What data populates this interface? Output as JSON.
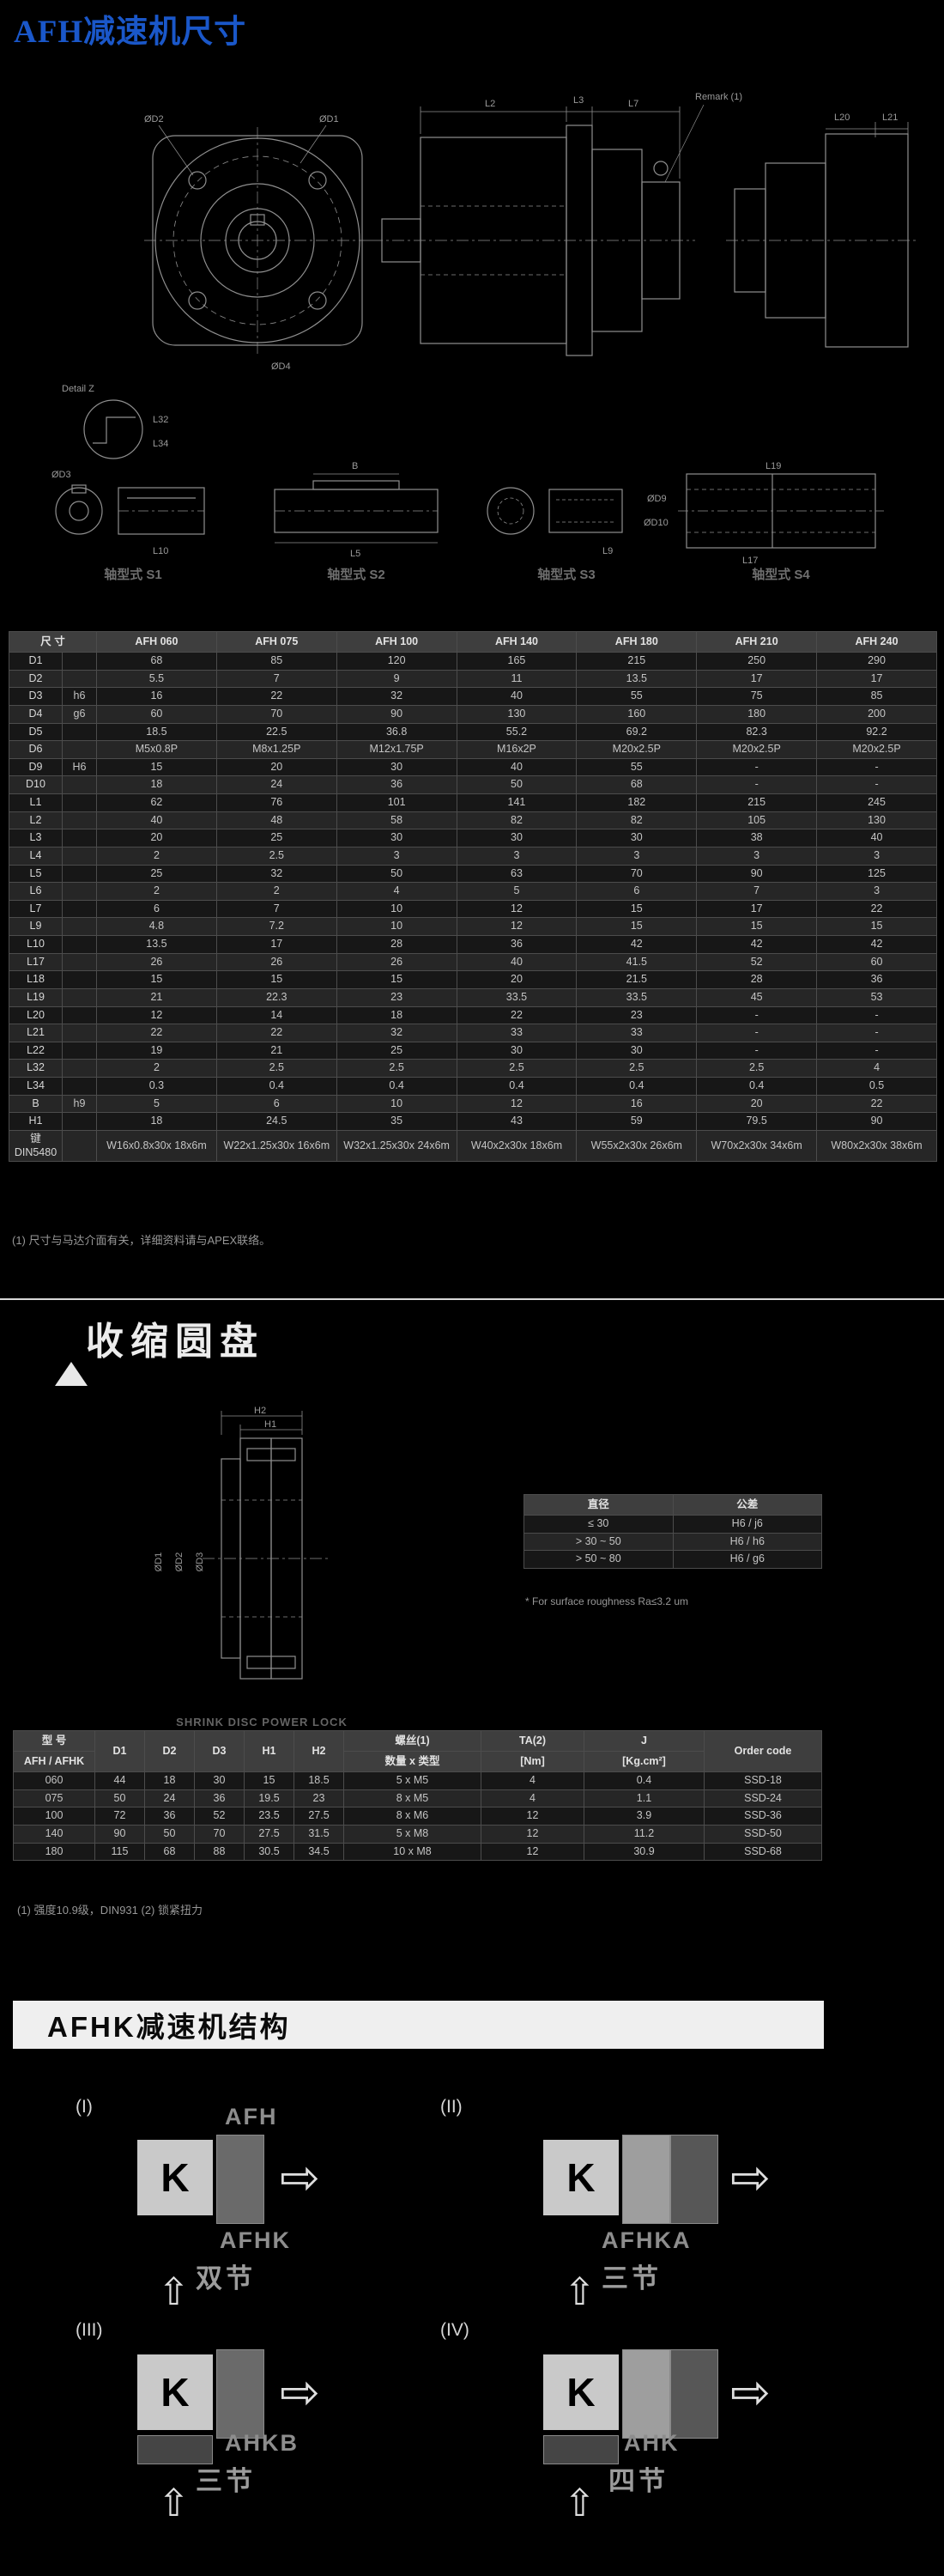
{
  "page": {
    "title": "AFH减速机尺寸",
    "accent_color": "#1a57c9"
  },
  "drawing": {
    "remark": "Remark (1)",
    "detail_label": "Detail Z",
    "shaft_type_labels": [
      "轴型式 S1",
      "轴型式 S2",
      "轴型式 S3",
      "轴型式 S4"
    ],
    "dims": {
      "d1": "ØD1",
      "d2": "ØD2",
      "d3": "ØD3",
      "d4": "ØD4",
      "d9": "ØD9",
      "d10": "ØD10",
      "l2": "L2",
      "l3": "L3",
      "l7": "L7",
      "l5": "L5",
      "l9": "L9",
      "l10": "L10",
      "l17": "L17",
      "l19": "L19",
      "l20": "L20",
      "l21": "L21",
      "l32": "L32",
      "l34": "L34",
      "b": "B"
    }
  },
  "dim_table": {
    "headers": [
      "尺 寸",
      "AFH 060",
      "AFH 075",
      "AFH 100",
      "AFH 140",
      "AFH 180",
      "AFH 210",
      "AFH 240"
    ],
    "rows": [
      {
        "name": "D1",
        "tol": "",
        "values": [
          "68",
          "85",
          "120",
          "165",
          "215",
          "250",
          "290"
        ]
      },
      {
        "name": "D2",
        "tol": "",
        "values": [
          "5.5",
          "7",
          "9",
          "11",
          "13.5",
          "17",
          "17"
        ]
      },
      {
        "name": "D3",
        "tol": "h6",
        "values": [
          "16",
          "22",
          "32",
          "40",
          "55",
          "75",
          "85"
        ]
      },
      {
        "name": "D4",
        "tol": "g6",
        "values": [
          "60",
          "70",
          "90",
          "130",
          "160",
          "180",
          "200"
        ]
      },
      {
        "name": "D5",
        "tol": "",
        "values": [
          "18.5",
          "22.5",
          "36.8",
          "55.2",
          "69.2",
          "82.3",
          "92.2"
        ]
      },
      {
        "name": "D6",
        "tol": "",
        "values": [
          "M5x0.8P",
          "M8x1.25P",
          "M12x1.75P",
          "M16x2P",
          "M20x2.5P",
          "M20x2.5P",
          "M20x2.5P"
        ]
      },
      {
        "name": "D9",
        "tol": "H6",
        "values": [
          "15",
          "20",
          "30",
          "40",
          "55",
          "-",
          "-"
        ]
      },
      {
        "name": "D10",
        "tol": "",
        "values": [
          "18",
          "24",
          "36",
          "50",
          "68",
          "-",
          "-"
        ]
      },
      {
        "name": "L1",
        "tol": "",
        "values": [
          "62",
          "76",
          "101",
          "141",
          "182",
          "215",
          "245"
        ]
      },
      {
        "name": "L2",
        "tol": "",
        "values": [
          "40",
          "48",
          "58",
          "82",
          "82",
          "105",
          "130"
        ]
      },
      {
        "name": "L3",
        "tol": "",
        "values": [
          "20",
          "25",
          "30",
          "30",
          "30",
          "38",
          "40"
        ]
      },
      {
        "name": "L4",
        "tol": "",
        "values": [
          "2",
          "2.5",
          "3",
          "3",
          "3",
          "3",
          "3"
        ]
      },
      {
        "name": "L5",
        "tol": "",
        "values": [
          "25",
          "32",
          "50",
          "63",
          "70",
          "90",
          "125"
        ]
      },
      {
        "name": "L6",
        "tol": "",
        "values": [
          "2",
          "2",
          "4",
          "5",
          "6",
          "7",
          "3"
        ]
      },
      {
        "name": "L7",
        "tol": "",
        "values": [
          "6",
          "7",
          "10",
          "12",
          "15",
          "17",
          "22"
        ]
      },
      {
        "name": "L9",
        "tol": "",
        "values": [
          "4.8",
          "7.2",
          "10",
          "12",
          "15",
          "15",
          "15"
        ]
      },
      {
        "name": "L10",
        "tol": "",
        "values": [
          "13.5",
          "17",
          "28",
          "36",
          "42",
          "42",
          "42"
        ]
      },
      {
        "name": "L17",
        "tol": "",
        "values": [
          "26",
          "26",
          "26",
          "40",
          "41.5",
          "52",
          "60"
        ]
      },
      {
        "name": "L18",
        "tol": "",
        "values": [
          "15",
          "15",
          "15",
          "20",
          "21.5",
          "28",
          "36"
        ]
      },
      {
        "name": "L19",
        "tol": "",
        "values": [
          "21",
          "22.3",
          "23",
          "33.5",
          "33.5",
          "45",
          "53"
        ]
      },
      {
        "name": "L20",
        "tol": "",
        "values": [
          "12",
          "14",
          "18",
          "22",
          "23",
          "-",
          "-"
        ]
      },
      {
        "name": "L21",
        "tol": "",
        "values": [
          "22",
          "22",
          "32",
          "33",
          "33",
          "-",
          "-"
        ]
      },
      {
        "name": "L22",
        "tol": "",
        "values": [
          "19",
          "21",
          "25",
          "30",
          "30",
          "-",
          "-"
        ]
      },
      {
        "name": "L32",
        "tol": "",
        "values": [
          "2",
          "2.5",
          "2.5",
          "2.5",
          "2.5",
          "2.5",
          "4"
        ]
      },
      {
        "name": "L34",
        "tol": "",
        "values": [
          "0.3",
          "0.4",
          "0.4",
          "0.4",
          "0.4",
          "0.4",
          "0.5"
        ]
      },
      {
        "name": "B",
        "tol": "h9",
        "values": [
          "5",
          "6",
          "10",
          "12",
          "16",
          "20",
          "22"
        ]
      },
      {
        "name": "H1",
        "tol": "",
        "values": [
          "18",
          "24.5",
          "35",
          "43",
          "59",
          "79.5",
          "90"
        ]
      },
      {
        "name": "键 DIN5480",
        "tol": "",
        "values": [
          "W16x0.8x30x 18x6m",
          "W22x1.25x30x 16x6m",
          "W32x1.25x30x 24x6m",
          "W40x2x30x 18x6m",
          "W55x2x30x 26x6m",
          "W70x2x30x 34x6m",
          "W80x2x30x 38x6m"
        ]
      }
    ],
    "footnote": "(1) 尺寸与马达介面有关，详细资料请与APEX联络。"
  },
  "shrink": {
    "title": "收缩圆盘",
    "caption": "SHRINK DISC POWER LOCK",
    "dims": {
      "h1": "H1",
      "h2": "H2",
      "d1": "ØD1",
      "d2": "ØD2",
      "d3": "ØD3"
    },
    "tolerance_table": {
      "headers": [
        "直径",
        "公差"
      ],
      "rows": [
        [
          "≤ 30",
          "H6 / j6"
        ],
        [
          "> 30 ~ 50",
          "H6 / h6"
        ],
        [
          "> 50 ~ 80",
          "H6 / g6"
        ]
      ],
      "note": "* For surface roughness Ra≤3.2 um"
    },
    "spec": {
      "model_top": "型  号",
      "model_bottom": "AFH / AFHK",
      "dims": [
        "D1",
        "D2",
        "D3",
        "H1",
        "H2"
      ],
      "screw_top": "螺丝(1)",
      "screw_bottom": "数量 x 类型",
      "ta_top": "TA(2)",
      "ta_bottom": "[Nm]",
      "j_top": "J",
      "j_bottom": "[Kg.cm²]",
      "order": "Order code",
      "rows": [
        [
          "060",
          "44",
          "18",
          "30",
          "15",
          "18.5",
          "5 x M5",
          "4",
          "0.4",
          "SSD-18"
        ],
        [
          "075",
          "50",
          "24",
          "36",
          "19.5",
          "23",
          "8 x M5",
          "4",
          "1.1",
          "SSD-24"
        ],
        [
          "100",
          "72",
          "36",
          "52",
          "23.5",
          "27.5",
          "8 x M6",
          "12",
          "3.9",
          "SSD-36"
        ],
        [
          "140",
          "90",
          "50",
          "70",
          "27.5",
          "31.5",
          "5 x M8",
          "12",
          "11.2",
          "SSD-50"
        ],
        [
          "180",
          "115",
          "68",
          "88",
          "30.5",
          "34.5",
          "10 x M8",
          "12",
          "30.9",
          "SSD-68"
        ]
      ],
      "footnote": "(1) 强度10.9级，DIN931    (2) 锁紧扭力"
    }
  },
  "structure": {
    "title": "AFHK减速机结构",
    "k_label": "K",
    "arrow_right_icon": "⇨",
    "arrow_up_icon": "⇧",
    "diagrams": [
      {
        "no": "(I)",
        "top": "AFH",
        "name": "AFHK",
        "stage": "双节"
      },
      {
        "no": "(II)",
        "top": "",
        "name": "AFHKA",
        "stage": "三节"
      },
      {
        "no": "(III)",
        "top": "",
        "name": "AHKB",
        "stage": "三节"
      },
      {
        "no": "(IV)",
        "top": "",
        "name": "AHK",
        "stage": "四节"
      }
    ]
  }
}
